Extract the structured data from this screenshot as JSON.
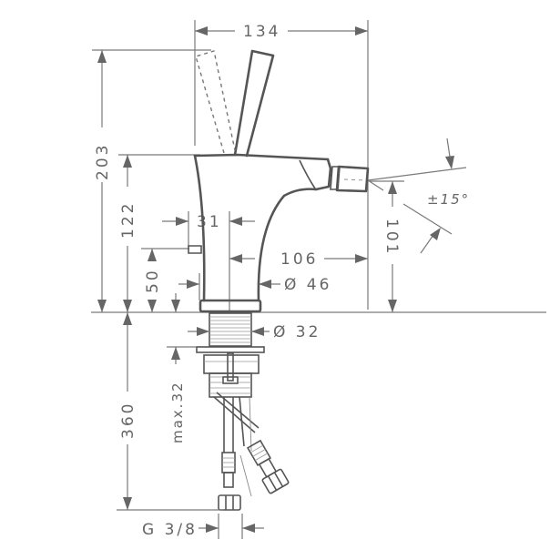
{
  "drawing": {
    "title": "Bidet mixer dimension drawing",
    "colors": {
      "line": "#555555",
      "dimension": "#7a7a7a",
      "text": "#666666",
      "background": "#ffffff"
    },
    "dimensions": {
      "overall_width": "134",
      "overall_height": "203",
      "spout_height": "122",
      "lever_offset": "31",
      "popup_height": "50",
      "outlet_reach": "106",
      "base_diameter": "Ø 46",
      "shank_diameter": "Ø 32",
      "outlet_height": "101",
      "swivel_angle": "±15°",
      "supply_length": "360",
      "max_thickness": "max.32",
      "connection": "G 3/8"
    }
  }
}
